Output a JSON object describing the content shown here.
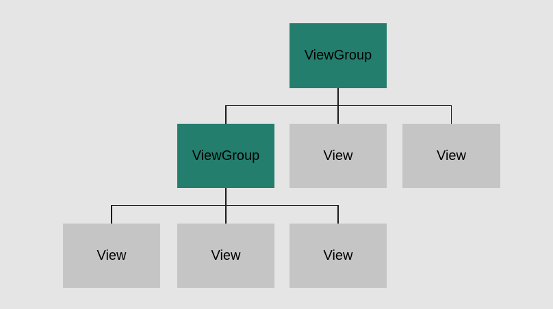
{
  "diagram": {
    "nodes": [
      {
        "id": "root",
        "label": "ViewGroup",
        "type": "viewgroup",
        "level": 1
      },
      {
        "id": "child-viewgroup",
        "label": "ViewGroup",
        "type": "viewgroup",
        "level": 2
      },
      {
        "id": "child-view-1",
        "label": "View",
        "type": "view",
        "level": 2
      },
      {
        "id": "child-view-2",
        "label": "View",
        "type": "view",
        "level": 2
      },
      {
        "id": "leaf-view-1",
        "label": "View",
        "type": "view",
        "level": 3
      },
      {
        "id": "leaf-view-2",
        "label": "View",
        "type": "view",
        "level": 3
      },
      {
        "id": "leaf-view-3",
        "label": "View",
        "type": "view",
        "level": 3
      }
    ],
    "edges": [
      {
        "from": "root",
        "to": "child-viewgroup"
      },
      {
        "from": "root",
        "to": "child-view-1"
      },
      {
        "from": "root",
        "to": "child-view-2"
      },
      {
        "from": "child-viewgroup",
        "to": "leaf-view-1"
      },
      {
        "from": "child-viewgroup",
        "to": "leaf-view-2"
      },
      {
        "from": "child-viewgroup",
        "to": "leaf-view-3"
      }
    ],
    "colors": {
      "background": "#e5e5e5",
      "viewgroup_fill": "#237e6e",
      "view_fill": "#c5c5c5",
      "connector": "#1a1a1a",
      "label_text": "#000000"
    }
  }
}
